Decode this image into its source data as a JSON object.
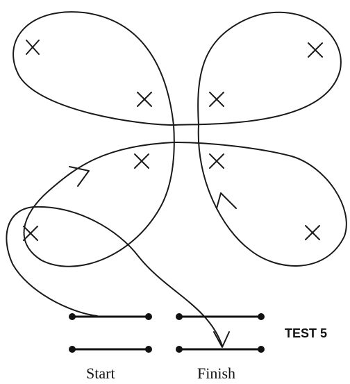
{
  "diagram": {
    "labels": {
      "start": "Start",
      "finish": "Finish",
      "test": "TEST 5"
    },
    "cone_marks": [
      {
        "id": "top-left-outer",
        "symbol": "X"
      },
      {
        "id": "top-left-inner",
        "symbol": "X"
      },
      {
        "id": "top-right-outer",
        "symbol": "X"
      },
      {
        "id": "top-right-inner",
        "symbol": "X"
      },
      {
        "id": "bottom-left-inner",
        "symbol": "X"
      },
      {
        "id": "bottom-right-inner",
        "symbol": "X"
      },
      {
        "id": "bottom-right-outer",
        "symbol": "X"
      },
      {
        "id": "bottom-left-outer",
        "symbol": "X"
      }
    ],
    "gates": [
      "start",
      "finish"
    ]
  }
}
